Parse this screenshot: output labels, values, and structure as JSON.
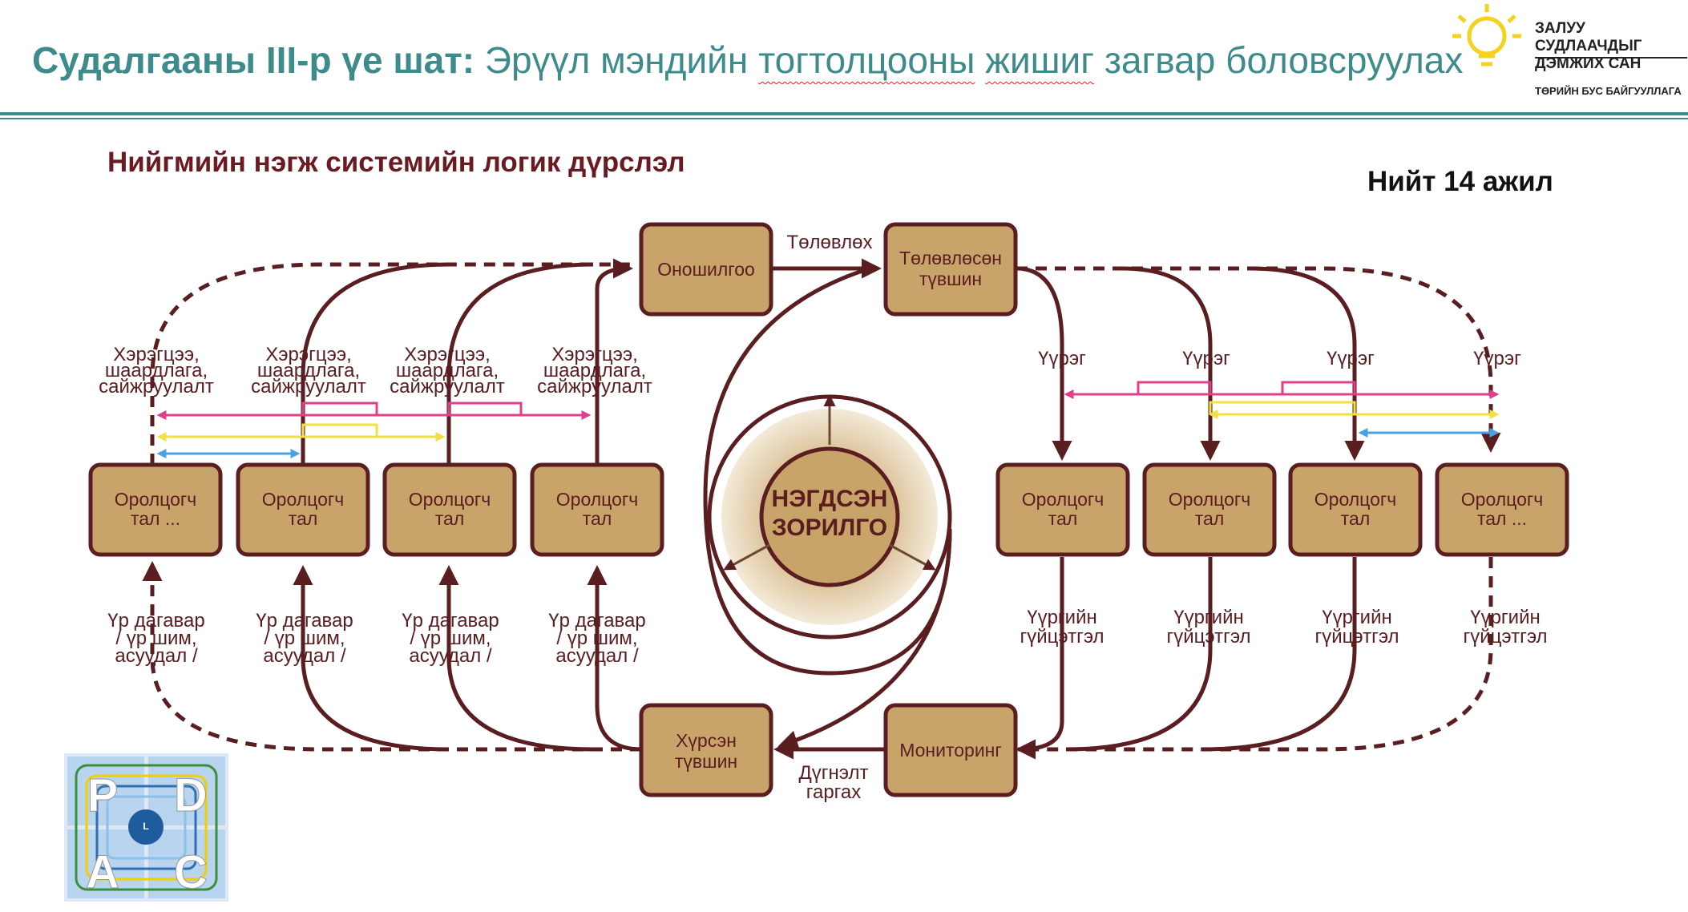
{
  "header": {
    "title_bold": "Судалгааны III-р үе шат:",
    "title_rest": "Эрүүл мэндийн",
    "title_word1": "тогтолцооны",
    "title_word2": "жишиг",
    "title_tail": "загвар боловсруулах"
  },
  "logo": {
    "line1": "ЗАЛУУ СУДЛААЧДЫГ",
    "line2": "ДЭМЖИХ САН",
    "line3": "ТӨРИЙН БУС БАЙГУУЛЛАГА"
  },
  "subtitle": "Нийгмийн нэгж системийн логик дүрслэл",
  "total": "Нийт 14 ажил",
  "diagram": {
    "top_left_box": "Оношилгоо",
    "top_right_box_line1": "Төлөвлөсөн",
    "top_right_box_line2": "түвшин",
    "bottom_left_box_line1": "Хүрсэн",
    "bottom_left_box_line2": "түвшин",
    "bottom_right_box": "Мониторинг",
    "plan_label": "Төлөвлөх",
    "eval_label_line1": "Дүгнэлт",
    "eval_label_line2": "гаргах",
    "center_line1": "НЭГДСЭН",
    "center_line2": "ЗОРИЛГО",
    "participant_line1": "Оролцогч",
    "participant_line2": "тал",
    "participant_line2_more": "тал ...",
    "needs_line1": "Хэрэгцээ,",
    "needs_line2": "шаардлага,",
    "needs_line3": "сайжруулалт",
    "effect_line1": "Үр дагавар",
    "effect_line2": "/ үр шим,",
    "effect_line3": "асуудал /",
    "duty_label": "Үүрэг",
    "duty_exec_line1": "Үүргийн",
    "duty_exec_line2": "гүйцэтгэл"
  },
  "pdca": {
    "p": "P",
    "d": "D",
    "a": "A",
    "c": "C",
    "l": "L"
  },
  "colors": {
    "teal": "#3d8b8b",
    "maroon": "#5a1d20",
    "box_fill": "#c9a46a",
    "pink": "#e0408a",
    "yellow": "#f0e040",
    "blue": "#4aa3e0"
  }
}
